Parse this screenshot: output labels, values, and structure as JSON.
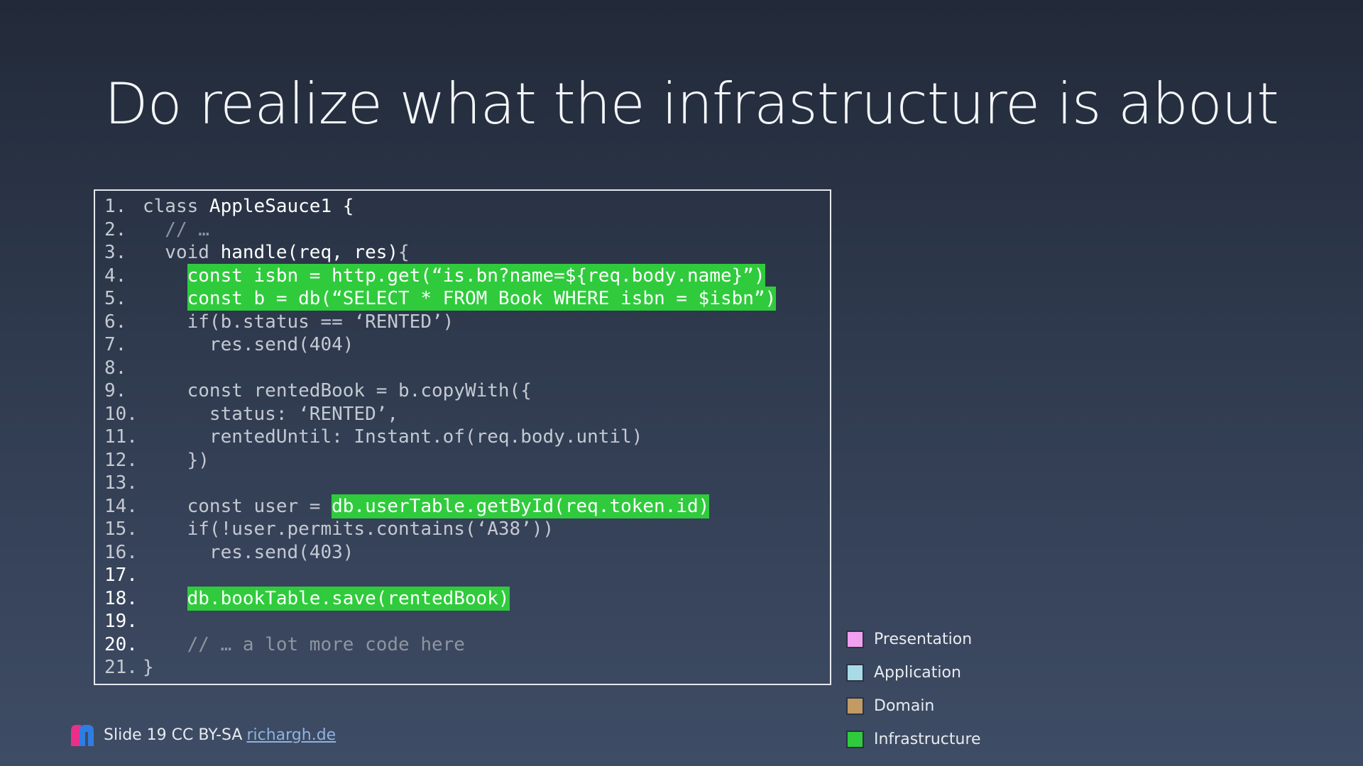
{
  "slide": {
    "title": "Do realize what the infrastructure is about"
  },
  "code": {
    "lines": [
      {
        "n": "1.",
        "bright_num": false,
        "segments": [
          {
            "t": "class ",
            "s": "plain"
          },
          {
            "t": "AppleSauce1 {",
            "s": "bright"
          }
        ]
      },
      {
        "n": "2.",
        "bright_num": false,
        "segments": [
          {
            "t": "  // …",
            "s": "comment"
          }
        ]
      },
      {
        "n": "3.",
        "bright_num": false,
        "segments": [
          {
            "t": "  void ",
            "s": "plain"
          },
          {
            "t": "handle(req, res)",
            "s": "bright"
          },
          {
            "t": "{",
            "s": "plain"
          }
        ]
      },
      {
        "n": "4.",
        "bright_num": false,
        "segments": [
          {
            "t": "    ",
            "s": "plain"
          },
          {
            "t": "const isbn = http.get(“is.bn?name=${req.body.name}”)",
            "s": "hl"
          }
        ]
      },
      {
        "n": "5.",
        "bright_num": false,
        "segments": [
          {
            "t": "    ",
            "s": "plain"
          },
          {
            "t": "const b = db(“SELECT * FROM Book WHERE isbn = $isbn”)",
            "s": "hl"
          }
        ]
      },
      {
        "n": "6.",
        "bright_num": false,
        "segments": [
          {
            "t": "    if(b.status == ‘RENTED’)",
            "s": "plain"
          }
        ]
      },
      {
        "n": "7.",
        "bright_num": false,
        "segments": [
          {
            "t": "      res.send(404)",
            "s": "plain"
          }
        ]
      },
      {
        "n": "8.",
        "bright_num": false,
        "segments": [
          {
            "t": "",
            "s": "plain"
          }
        ]
      },
      {
        "n": "9.",
        "bright_num": false,
        "segments": [
          {
            "t": "    const rentedBook = b.copyWith({",
            "s": "plain"
          }
        ]
      },
      {
        "n": "10.",
        "bright_num": false,
        "segments": [
          {
            "t": "      status: ‘RENTED’,",
            "s": "plain"
          }
        ]
      },
      {
        "n": "11.",
        "bright_num": false,
        "segments": [
          {
            "t": "      rentedUntil: Instant.of(req.body.until)",
            "s": "plain"
          }
        ]
      },
      {
        "n": "12.",
        "bright_num": false,
        "segments": [
          {
            "t": "    })",
            "s": "plain"
          }
        ]
      },
      {
        "n": "13.",
        "bright_num": false,
        "segments": [
          {
            "t": "",
            "s": "plain"
          }
        ]
      },
      {
        "n": "14.",
        "bright_num": false,
        "segments": [
          {
            "t": "    const user = ",
            "s": "plain"
          },
          {
            "t": "db.userTable.getById(req.token.id)",
            "s": "hl"
          }
        ]
      },
      {
        "n": "15.",
        "bright_num": false,
        "segments": [
          {
            "t": "    if(!user.permits.contains(‘A38’))",
            "s": "plain"
          }
        ]
      },
      {
        "n": "16.",
        "bright_num": false,
        "segments": [
          {
            "t": "      res.send(403)",
            "s": "plain"
          }
        ]
      },
      {
        "n": "17.",
        "bright_num": true,
        "segments": [
          {
            "t": "",
            "s": "plain"
          }
        ]
      },
      {
        "n": "18.",
        "bright_num": true,
        "segments": [
          {
            "t": "    ",
            "s": "plain"
          },
          {
            "t": "db.bookTable.save(rentedBook)",
            "s": "hl"
          }
        ]
      },
      {
        "n": "19.",
        "bright_num": true,
        "segments": [
          {
            "t": "",
            "s": "plain"
          }
        ]
      },
      {
        "n": "20.",
        "bright_num": true,
        "segments": [
          {
            "t": "    // … a lot more code here",
            "s": "comment"
          }
        ]
      },
      {
        "n": "21.",
        "bright_num": false,
        "segments": [
          {
            "t": "}",
            "s": "plain"
          }
        ]
      }
    ]
  },
  "legend": {
    "items": [
      {
        "label": "Presentation",
        "color": "#f0a0ef"
      },
      {
        "label": "Application",
        "color": "#a9dbe6"
      },
      {
        "label": "Domain",
        "color": "#c29a64"
      },
      {
        "label": "Infrastructure",
        "color": "#2fcb3c"
      }
    ]
  },
  "footer": {
    "text": "Slide 19 CC BY-SA",
    "link": "richargh.de"
  },
  "colors": {
    "highlight": "#2fcb3c",
    "logo_left": "#e8308a",
    "logo_right": "#2f7de1"
  }
}
